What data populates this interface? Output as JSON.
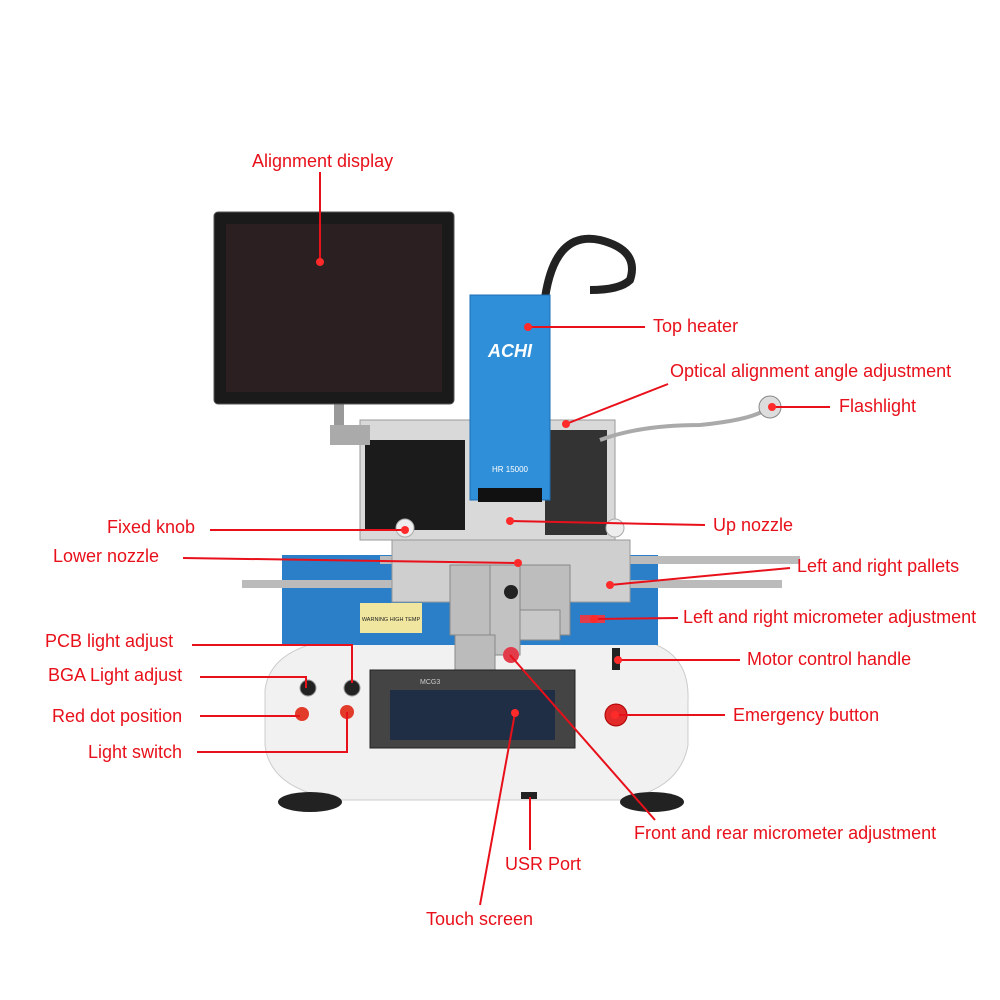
{
  "machine": {
    "brand": "ACHI",
    "model": "HR 15000",
    "screen_brand": "MCG3",
    "warning_text": "WARNING HIGH TEMP"
  },
  "colors": {
    "label": "#e8101a",
    "heater_blue": "#2f8fd8",
    "body_blue": "#2a7fc8",
    "base": "#f1f1f1"
  },
  "labels": {
    "alignment_display": "Alignment display",
    "top_heater": "Top heater",
    "optical_alignment": "Optical alignment angle adjustment",
    "flashlight": "Flashlight",
    "fixed_knob": "Fixed knob",
    "up_nozzle": "Up nozzle",
    "lower_nozzle": "Lower nozzle",
    "pallets": "Left and right pallets",
    "lr_micrometer": "Left and right micrometer adjustment",
    "pcb_light": "PCB light adjust",
    "motor_handle": "Motor control handle",
    "bga_light": "BGA Light adjust",
    "emergency": "Emergency button",
    "red_dot": "Red dot position",
    "light_switch": "Light switch",
    "fr_micrometer": "Front and rear micrometer adjustment",
    "usr_port": "USR Port",
    "touch_screen": "Touch screen"
  }
}
